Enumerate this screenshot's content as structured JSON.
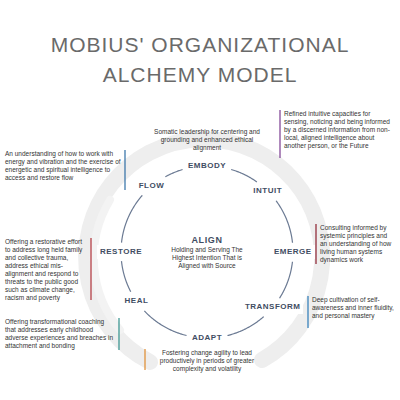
{
  "diagram": {
    "title": "MOBIUS' ORGANIZATIONAL ALCHEMY MODEL",
    "nodes": [
      {
        "text": [
          "EMBODY"
        ]
      },
      {
        "text": [
          "INTUIT"
        ]
      },
      {
        "text": [
          "EMERGE"
        ]
      },
      {
        "text": [
          "TRANSFORM"
        ]
      },
      {
        "text": [
          "ADAPT"
        ]
      },
      {
        "text": [
          "HEAL"
        ]
      },
      {
        "text": [
          "RESTORE"
        ]
      },
      {
        "text": [
          "FLOW"
        ]
      },
      {
        "text": [
          "ALIGN",
          "Holding and Serving The Highest Intention That is Aligned with Source"
        ]
      }
    ],
    "edges": [
      {
        "from": 0,
        "to": 1,
        "arrow": "none"
      },
      {
        "from": 1,
        "to": 2,
        "arrow": "none"
      },
      {
        "from": 2,
        "to": 3,
        "arrow": "none"
      },
      {
        "from": 3,
        "to": 4,
        "arrow": "none"
      },
      {
        "from": 4,
        "to": 5,
        "arrow": "none"
      },
      {
        "from": 5,
        "to": 6,
        "arrow": "none"
      },
      {
        "from": 6,
        "to": 7,
        "arrow": "none"
      },
      {
        "from": 7,
        "to": 0,
        "arrow": "none"
      }
    ],
    "labels": [
      "Somatic leadership for centering and grounding and enhanced ethical alignment",
      "Refined intuitive capacities for sensing, noticing and being informed by a discerned information from non-local, aligned intelligence about another person, or the Future",
      "Consulting informed by systemic principles and an understanding of how living human systems dynamics work",
      "Deep cultivation of self-awareness and inner fluidity, and personal mastery",
      "Fostering change agility to lead productively in periods of greater complexity and volatility",
      "Offering transformational coaching that addresses early childhood adverse experiences and breaches in attachment and bonding",
      "Offering a restorative effort to address long held family and collective trauma, address ethical mis-alignment and respond to threats to the public good such as climate change, racism and poverty",
      "An understanding of how to work with energy and vibration and the exercise of energetic and spiritual intelligence to access and restore flow"
    ]
  }
}
